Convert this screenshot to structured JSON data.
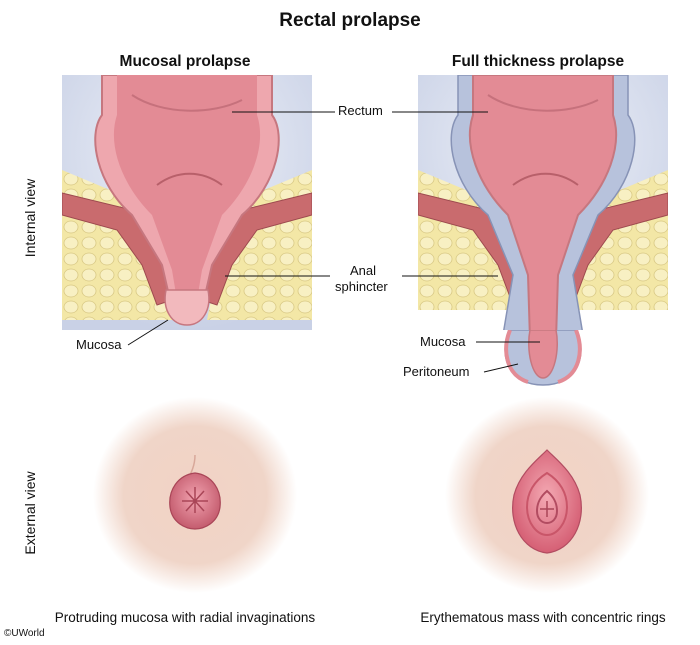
{
  "title": "Rectal prolapse",
  "columns": {
    "left": "Mucosal prolapse",
    "right": "Full thickness prolapse"
  },
  "side_labels": {
    "internal": "Internal view",
    "external": "External view"
  },
  "labels": {
    "rectum": "Rectum",
    "anal_line1": "Anal",
    "anal_line2": "sphincter",
    "mucosa_left": "Mucosa",
    "mucosa_right": "Mucosa",
    "peritoneum": "Peritoneum"
  },
  "captions": {
    "left": "Protruding mucosa with radial invaginations",
    "right": "Erythematous mass with concentric rings"
  },
  "copyright": "©UWorld",
  "colors": {
    "mucosa_pink": "#e38b95",
    "wall_pink": "#eea7ae",
    "fat_yellow": "#f3e7a6",
    "muscle_red": "#c96b6e",
    "peritoneal_blue": "#b7c2dc",
    "skin": "#f1d3c6"
  }
}
